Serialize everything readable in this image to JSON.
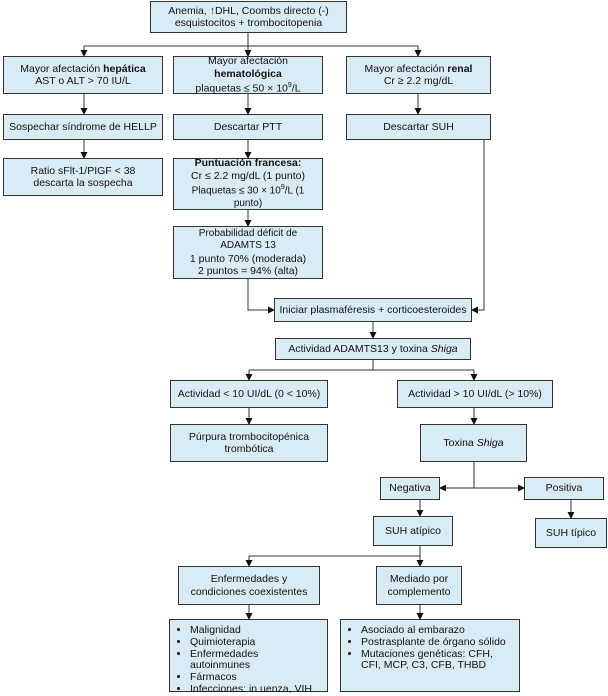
{
  "start": {
    "line1": "Anemia, ↑DHL, Coombs directo (-)",
    "line2": "esquistocitos + trombocitopenia"
  },
  "hepatic": {
    "pre": "Mayor afectación ",
    "bold": "hepática",
    "line2": "AST o ALT > 70 IU/L"
  },
  "hemato": {
    "pre": "Mayor afectación ",
    "bold": "hematológica",
    "line2_pre": "plaquetas ≤ 50 × 10",
    "line2_sup": "9",
    "line2_post": "/L"
  },
  "renal": {
    "pre": "Mayor afectación ",
    "bold": "renal",
    "line2": "Cr ≥ 2.2 mg/dL"
  },
  "hellp": {
    "text": "Sospechar síndrome de HELLP"
  },
  "ptt": {
    "text": "Descartar PTT"
  },
  "suh": {
    "text": "Descartar SUH"
  },
  "ratio": {
    "line1": "Ratio sFlt-1/PIGF < 38",
    "line2": "descarta la sospecha"
  },
  "french": {
    "title": "Puntuación francesa:",
    "line1": "Cr ≤ 2.2 mg/dL (1 punto)",
    "line2_pre": "Plaquetas ≤ 30 × 10",
    "line2_sup": "9",
    "line2_post": "/L (1 punto)"
  },
  "prob": {
    "line1": "Probabilidad déficit de ADAMTS 13",
    "line2": "1 punto 70% (moderada)",
    "line3": "2 puntos = 94% (alta)"
  },
  "plasma": {
    "text": "Iniciar plasmaféresis + corticoesteroides"
  },
  "activity": {
    "pre": "Actividad ADAMTS13 y toxina ",
    "italic": "Shiga"
  },
  "low": {
    "text": "Actividad < 10 UI/dL (0 < 10%)"
  },
  "high": {
    "text": "Actividad > 10 UI/dL (> 10%)"
  },
  "ptt_dx": {
    "line1": "Púrpura trombocitopénica",
    "line2": "trombótica"
  },
  "toxin": {
    "pre": "Toxina ",
    "italic": "Shiga"
  },
  "neg": {
    "text": "Negativa"
  },
  "pos": {
    "text": "Positiva"
  },
  "atypical": {
    "text": "SUH atípico"
  },
  "typical": {
    "text": "SUH típico"
  },
  "diseases": {
    "line1": "Enfermedades y",
    "line2": "condiciones coexistentes"
  },
  "complement": {
    "line1": "Mediado por",
    "line2": "complemento"
  },
  "diseases_list": [
    "Malignidad",
    "Quimioterapia",
    "Enfermedades autoinmunes",
    "Fármacos",
    "Infecciones: in  uenza, VIH"
  ],
  "complement_list": [
    "Asociado al embarazo",
    "Postrasplante de órgano sólido",
    "Mutaciones genéticas: CFH, CFI, MCP, C3, CFB, THBD"
  ]
}
